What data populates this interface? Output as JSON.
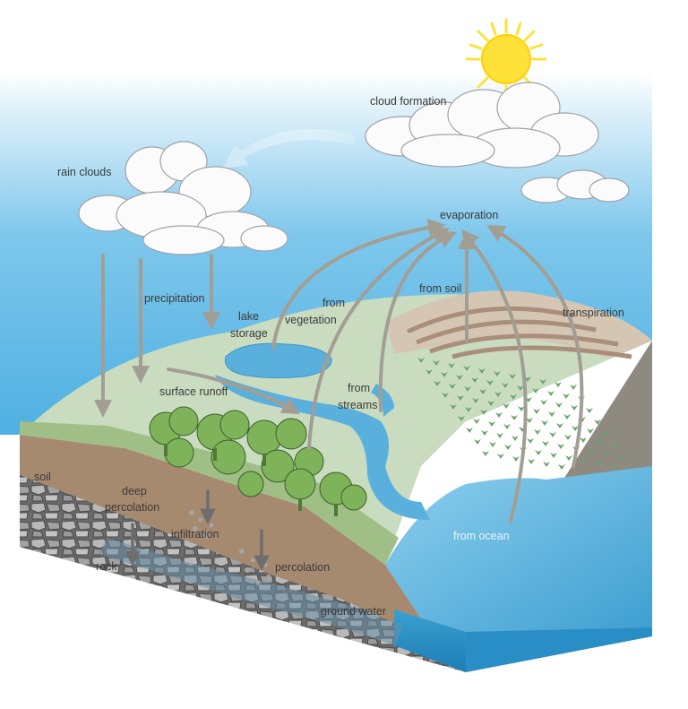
{
  "labels": {
    "cloud_formation": "cloud formation",
    "rain_clouds": "rain clouds",
    "evaporation": "evaporation",
    "precipitation": "precipitation",
    "lake_storage_line1": "lake",
    "lake_storage_line2": "storage",
    "from_vegetation_line1": "from",
    "from_vegetation_line2": "vegetation",
    "from_soil": "from soil",
    "transpiration": "transpiration",
    "surface_runoff": "surface runoff",
    "from_streams_line1": "from",
    "from_streams_line2": "streams",
    "soil": "soil",
    "deep_percolation_line1": "deep",
    "deep_percolation_line2": "percolation",
    "infiltration": "infiltration",
    "rock": "rock",
    "percolation": "percolation",
    "from_ocean": "from ocean",
    "ground_water": "ground water"
  },
  "colors": {
    "sky_top": "#5cb7e6",
    "sky_bottom": "#ffffff",
    "arrow": "#a39e94",
    "land_green": "#c9dcc0",
    "soil_brown": "#a68a70",
    "rock_gray": "#8c8c8c",
    "water_blue": "#5ab0dd",
    "ocean_blue": "#6cbde3",
    "sun": "#ffe13a"
  }
}
